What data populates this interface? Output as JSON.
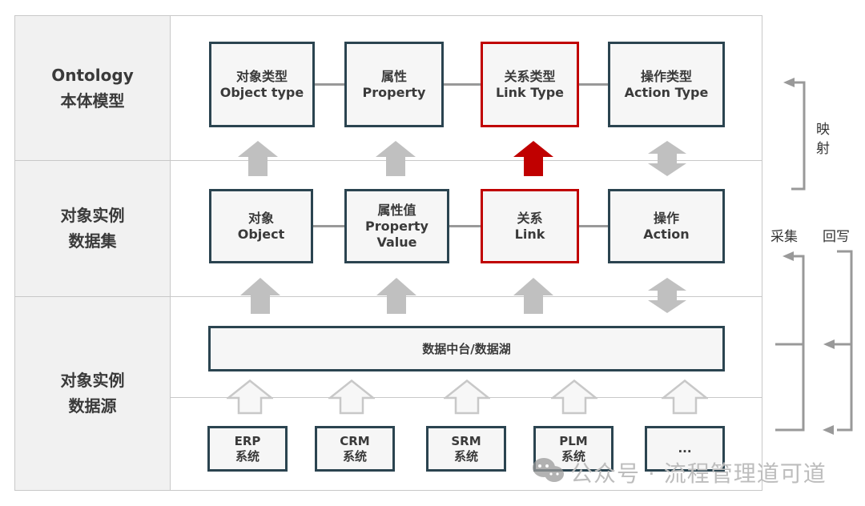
{
  "layers": [
    {
      "label_line1": "Ontology",
      "label_line2": "本体模型"
    },
    {
      "label_line1": "对象实例",
      "label_line2": "数据集"
    },
    {
      "label_line1": "对象实例",
      "label_line2": "数据源"
    }
  ],
  "ontology_boxes": [
    {
      "zh": "对象类型",
      "en": "Object type",
      "highlight": false
    },
    {
      "zh": "属性",
      "en": "Property",
      "highlight": false
    },
    {
      "zh": "关系类型",
      "en": "Link Type",
      "highlight": true
    },
    {
      "zh": "操作类型",
      "en": "Action Type",
      "highlight": false
    }
  ],
  "instance_boxes": [
    {
      "zh": "对象",
      "en": "Object",
      "highlight": false
    },
    {
      "zh": "属性值",
      "en": "Property",
      "en2": "Value",
      "highlight": false
    },
    {
      "zh": "关系",
      "en": "Link",
      "highlight": true
    },
    {
      "zh": "操作",
      "en": "Action",
      "highlight": false
    }
  ],
  "data_platform": {
    "label": "数据中台/数据湖"
  },
  "source_systems": [
    {
      "name": "ERP",
      "suffix": "系统"
    },
    {
      "name": "CRM",
      "suffix": "系统"
    },
    {
      "name": "SRM",
      "suffix": "系统"
    },
    {
      "name": "PLM",
      "suffix": "系统"
    },
    {
      "name": "...",
      "suffix": ""
    }
  ],
  "side_labels": {
    "mapping_line1": "映",
    "mapping_line2": "射",
    "collect": "采集",
    "writeback": "回写"
  },
  "watermark": {
    "text": "公众号 · 流程管理道可道",
    "icon": "wechat-icon"
  },
  "colors": {
    "box_border": "#2b4450",
    "highlight": "#c00000",
    "arrow_gray": "#c0c0c0",
    "connector": "#999999"
  }
}
